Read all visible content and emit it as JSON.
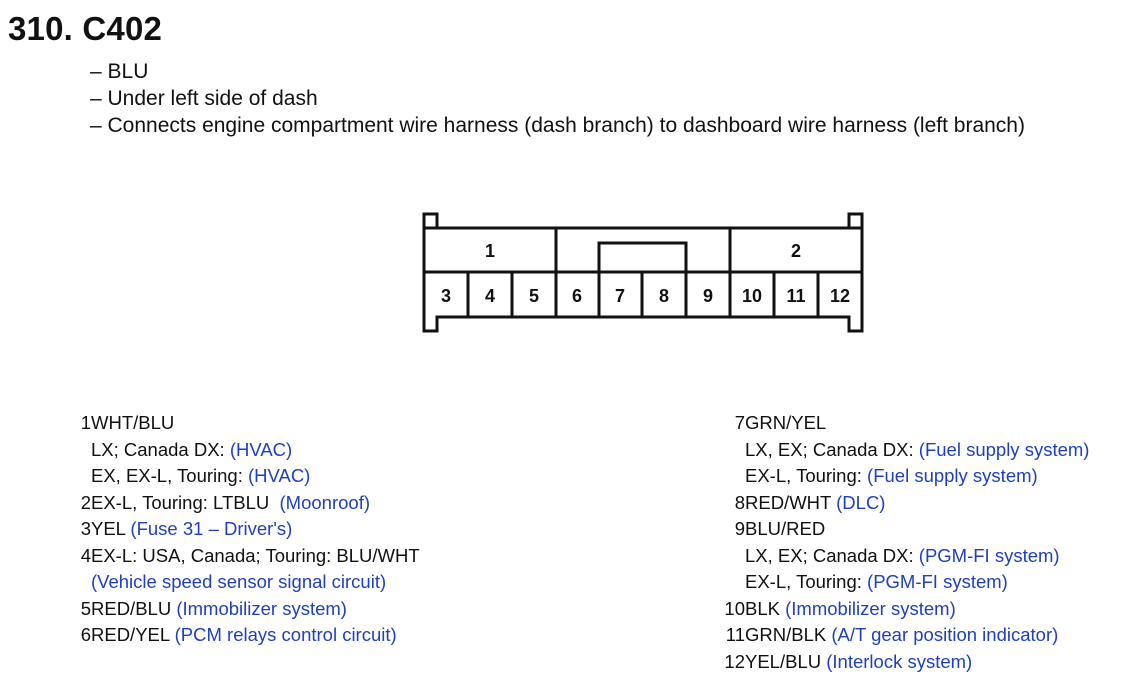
{
  "title": "310. C402",
  "description": [
    "– BLU",
    "– Under left side of dash",
    "– Connects engine compartment wire harness (dash branch) to dashboard wire harness (left branch)"
  ],
  "connector": {
    "cavity_labels": {
      "left": "1",
      "right": "2"
    },
    "pins": [
      "3",
      "4",
      "5",
      "6",
      "7",
      "8",
      "9",
      "10",
      "11",
      "12"
    ]
  },
  "pins_left": [
    {
      "num": "1",
      "lines": [
        {
          "text": "WHT/BLU",
          "link": ""
        },
        {
          "text": "LX; Canada DX: ",
          "link": "(HVAC)"
        },
        {
          "text": "EX, EX-L, Touring: ",
          "link": "(HVAC)"
        }
      ]
    },
    {
      "num": "2",
      "lines": [
        {
          "text": "EX-L, Touring: LTBLU  ",
          "link": "(Moonroof)"
        }
      ]
    },
    {
      "num": "3",
      "lines": [
        {
          "text": "YEL ",
          "link": "(Fuse 31 – Driver's)"
        }
      ]
    },
    {
      "num": "4",
      "lines": [
        {
          "text": "EX-L: USA, Canada; Touring: BLU/WHT",
          "link": ""
        },
        {
          "text": "",
          "link": "(Vehicle speed sensor signal circuit)"
        }
      ]
    },
    {
      "num": "5",
      "lines": [
        {
          "text": "RED/BLU ",
          "link": "(Immobilizer system)"
        }
      ]
    },
    {
      "num": "6",
      "lines": [
        {
          "text": "RED/YEL ",
          "link": "(PCM relays control circuit)"
        }
      ]
    }
  ],
  "pins_right": [
    {
      "num": "7",
      "lines": [
        {
          "text": "GRN/YEL",
          "link": ""
        },
        {
          "text": "LX, EX; Canada DX: ",
          "link": "(Fuel supply system)"
        },
        {
          "text": "EX-L, Touring: ",
          "link": "(Fuel supply system)"
        }
      ]
    },
    {
      "num": "8",
      "lines": [
        {
          "text": "RED/WHT ",
          "link": "(DLC)"
        }
      ]
    },
    {
      "num": "9",
      "lines": [
        {
          "text": "BLU/RED",
          "link": ""
        },
        {
          "text": "LX, EX; Canada DX: ",
          "link": "(PGM-FI system)"
        },
        {
          "text": "EX-L, Touring: ",
          "link": "(PGM-FI system)"
        }
      ]
    },
    {
      "num": "10",
      "lines": [
        {
          "text": "BLK ",
          "link": "(Immobilizer system)"
        }
      ]
    },
    {
      "num": "11",
      "lines": [
        {
          "text": "GRN/BLK ",
          "link": "(A/T gear position indicator)"
        }
      ]
    },
    {
      "num": "12",
      "lines": [
        {
          "text": "YEL/BLU ",
          "link": "(Interlock system)"
        }
      ]
    }
  ],
  "colors": {
    "link": "#1f3fbf",
    "text": "#111111"
  }
}
